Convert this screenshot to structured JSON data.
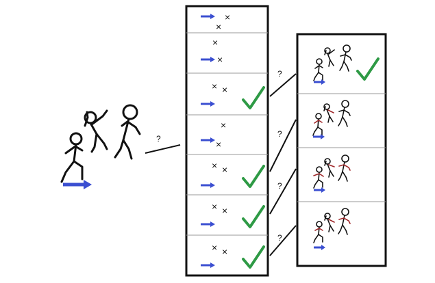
{
  "connector_labels": {
    "main": "?",
    "right_1": "?",
    "right_2": "?",
    "right_3": "?",
    "right_4": "?"
  },
  "colors": {
    "stroke": "#111111",
    "arrow": "#3b4fd1",
    "check": "#2e9a45",
    "limb_highlight": "#a0282a"
  },
  "middle_panel": {
    "rows": [
      {
        "marker": "x-pair",
        "direction_arrow": "right",
        "checked": false
      },
      {
        "marker": "x-pair",
        "direction_arrow": "right",
        "checked": false
      },
      {
        "marker": "x-pair",
        "direction_arrow": "right",
        "checked": true
      },
      {
        "marker": "x-pair",
        "direction_arrow": "right",
        "checked": false
      },
      {
        "marker": "x-pair",
        "direction_arrow": "right",
        "checked": true
      },
      {
        "marker": "x-pair",
        "direction_arrow": "right",
        "checked": true
      },
      {
        "marker": "x-pair",
        "direction_arrow": "right",
        "checked": true
      }
    ]
  },
  "right_panel": {
    "rows": [
      {
        "content": "three-stick-figures",
        "checked": true,
        "highlighted_limbs": false
      },
      {
        "content": "three-stick-figures",
        "checked": false,
        "highlighted_limbs": true
      },
      {
        "content": "three-stick-figures",
        "checked": false,
        "highlighted_limbs": true
      },
      {
        "content": "three-stick-figures",
        "checked": false,
        "highlighted_limbs": true
      }
    ]
  },
  "icons": {
    "check": "check-icon",
    "arrow": "arrow-right-icon",
    "cross": "x-mark-icon",
    "figure": "stick-figure-icon"
  }
}
